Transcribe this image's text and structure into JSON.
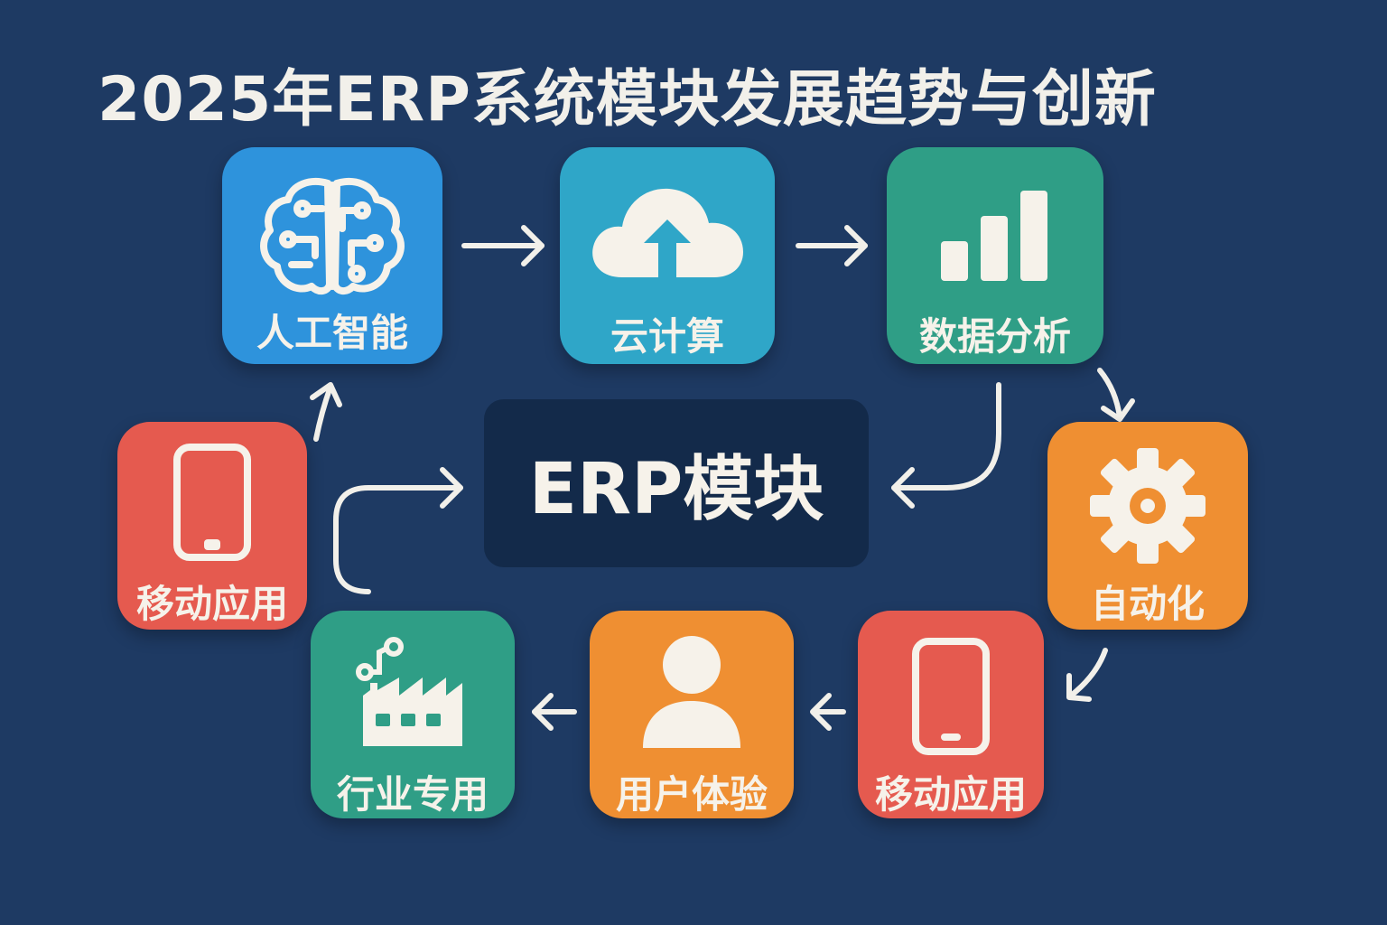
{
  "title": "2025年ERP系统模块发展趋势与创新",
  "center": {
    "label": "ERP模块"
  },
  "nodes": {
    "ai": {
      "label": "人工智能",
      "icon": "brain-circuit-icon",
      "color": "#2e93dc"
    },
    "cloud": {
      "label": "云计算",
      "icon": "cloud-upload-icon",
      "color": "#2fa6c8"
    },
    "analytics": {
      "label": "数据分析",
      "icon": "bar-chart-icon",
      "color": "#2f9e86"
    },
    "automation": {
      "label": "自动化",
      "icon": "gear-icon",
      "color": "#ef8f32"
    },
    "mobile_right": {
      "label": "移动应用",
      "icon": "smartphone-icon",
      "color": "#e55a4f"
    },
    "ux": {
      "label": "用户体验",
      "icon": "user-icon",
      "color": "#ef8f32"
    },
    "industry": {
      "label": "行业专用",
      "icon": "factory-icon",
      "color": "#2f9e86"
    },
    "mobile_left": {
      "label": "移动应用",
      "icon": "smartphone-icon",
      "color": "#e55a4f"
    }
  },
  "colors": {
    "background": "#1e3a63",
    "center_box": "#132a4a",
    "text": "#f6f2ea",
    "arrow": "#f2f0ea"
  }
}
